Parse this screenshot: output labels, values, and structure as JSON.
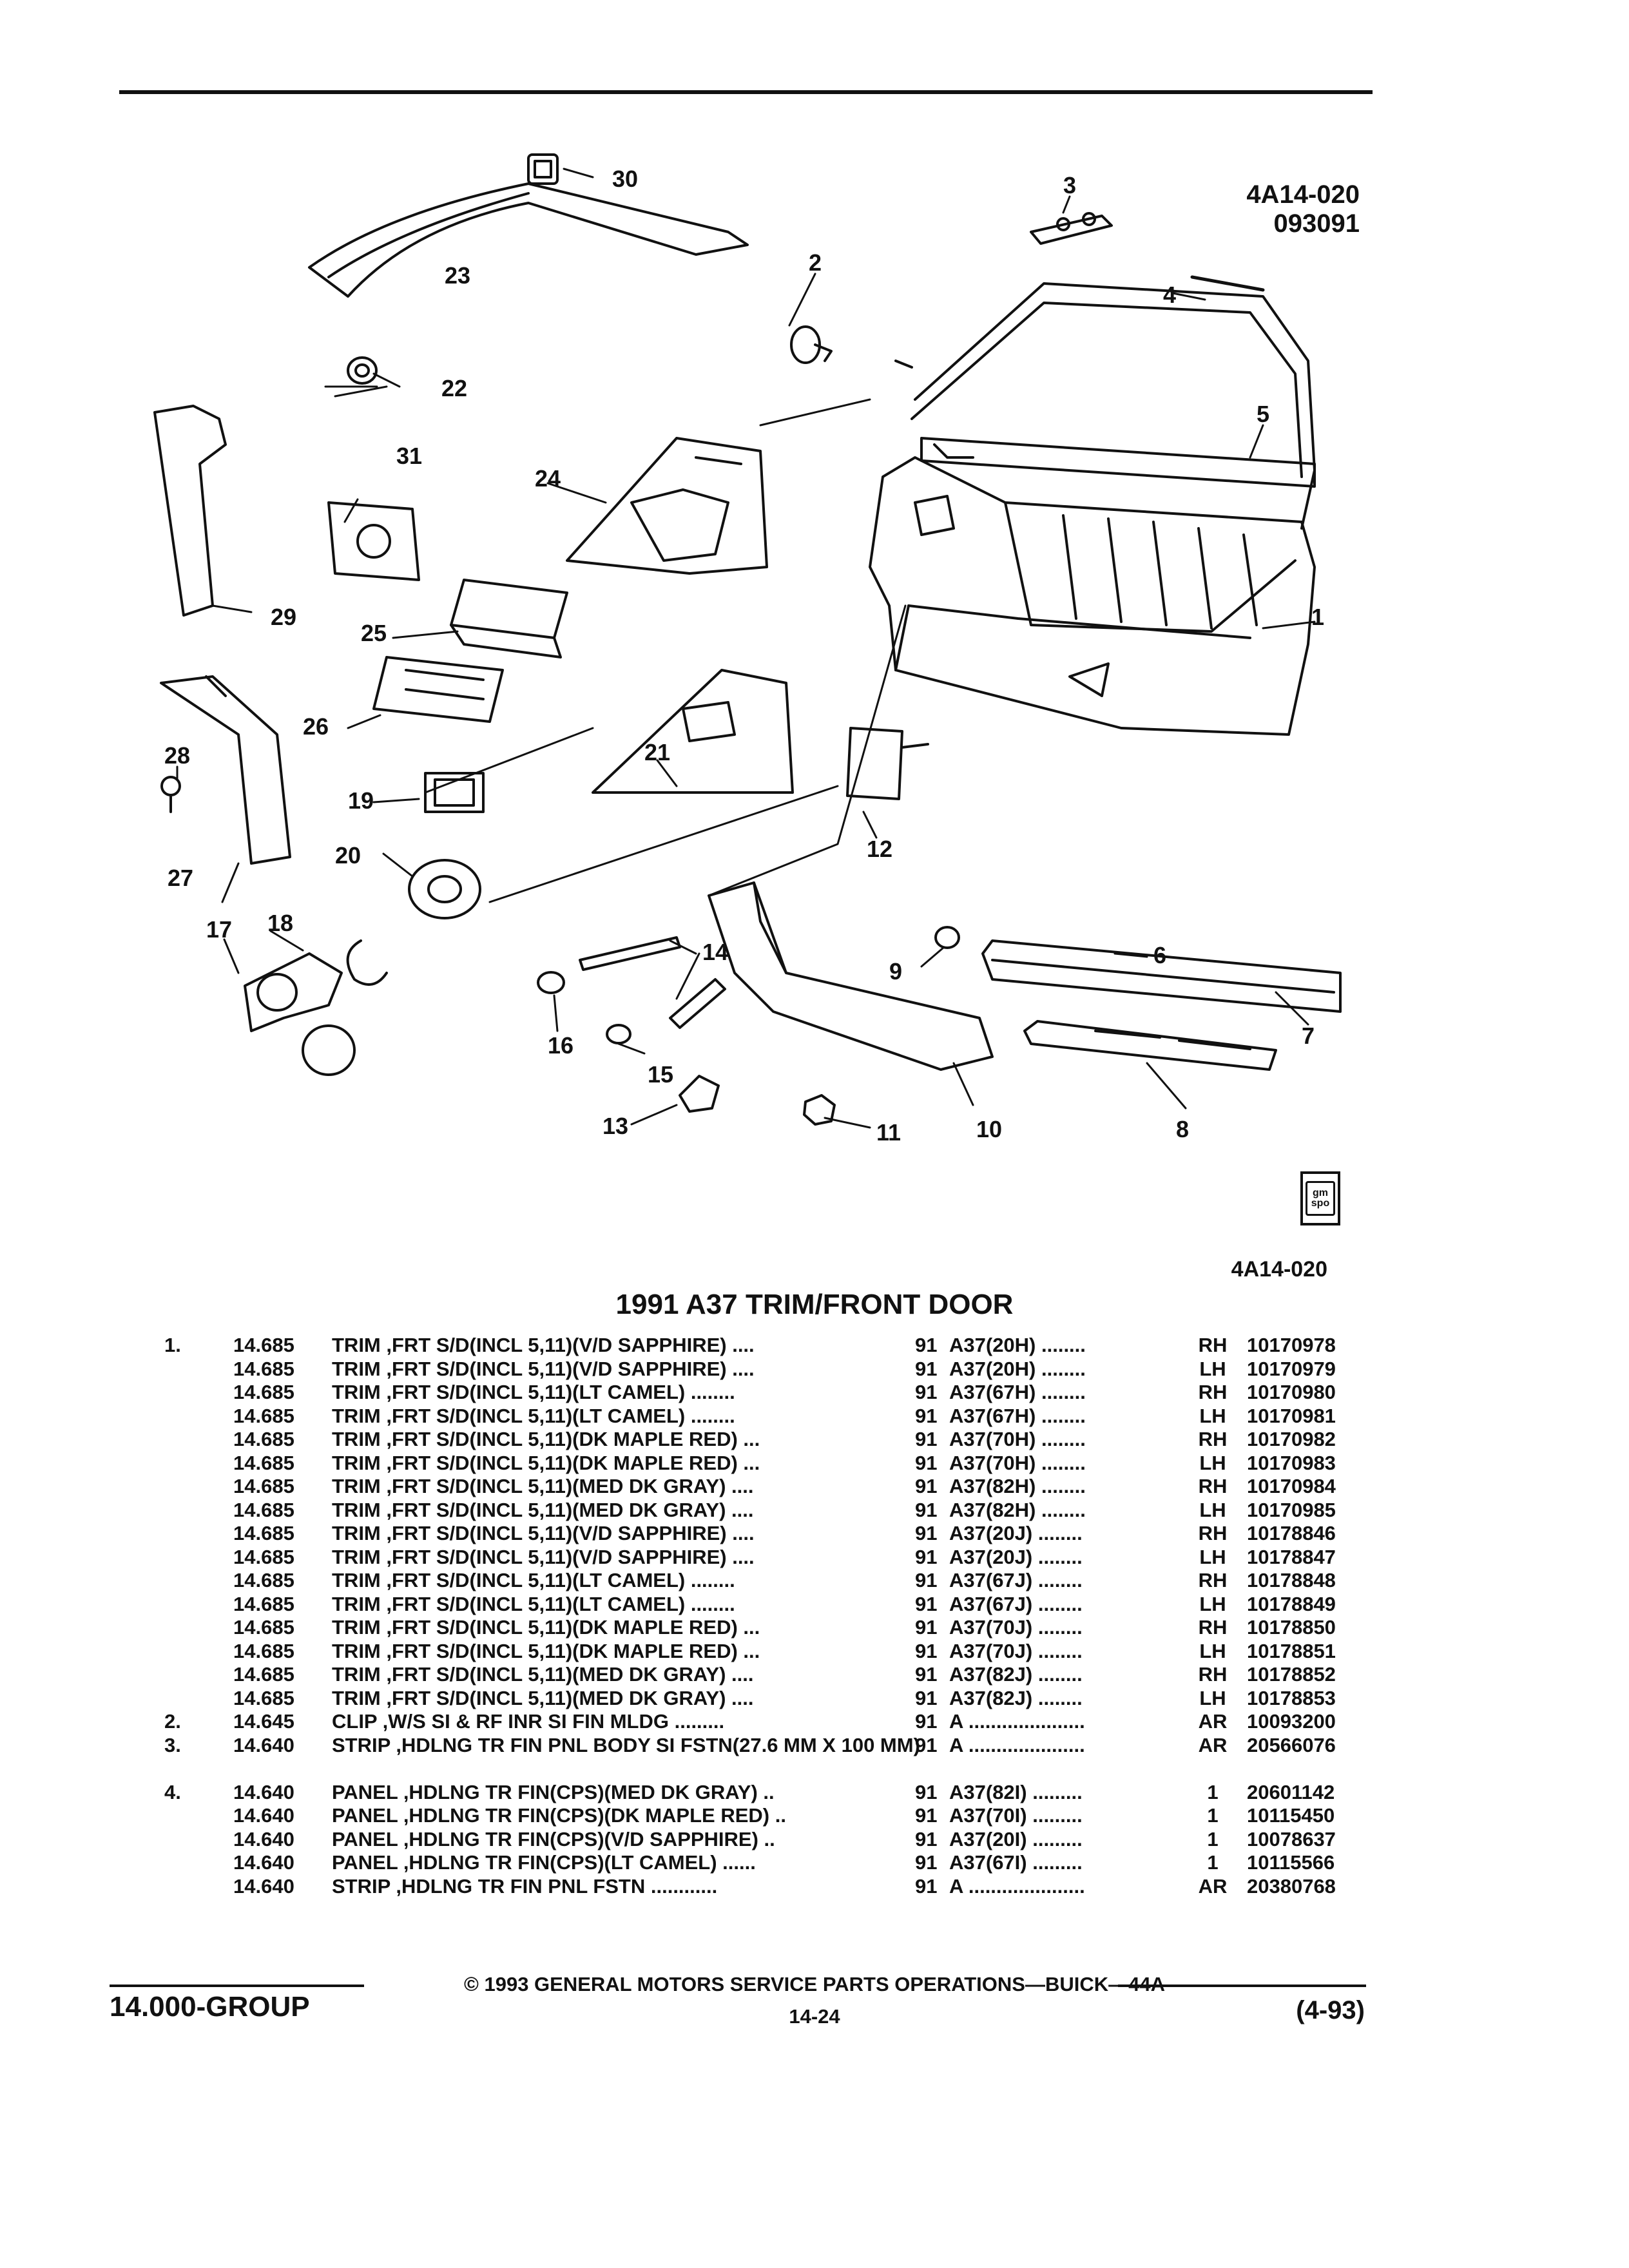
{
  "figure": {
    "code_top": "4A14-020",
    "date_code": "093091",
    "code_bottom": "4A14-020",
    "logo_text": "gm spo",
    "callouts": [
      "1",
      "2",
      "3",
      "4",
      "5",
      "6",
      "7",
      "8",
      "9",
      "10",
      "11",
      "12",
      "13",
      "14",
      "15",
      "16",
      "17",
      "18",
      "19",
      "20",
      "21",
      "22",
      "23",
      "24",
      "25",
      "26",
      "27",
      "28",
      "29",
      "30",
      "31"
    ]
  },
  "section_title": "1991 A37 TRIM/FRONT DOOR",
  "parts": [
    {
      "key": "1.",
      "group": "14.685",
      "desc": "TRIM ,FRT S/D(INCL 5,11)(V/D SAPPHIRE) ....",
      "year": "91",
      "model": "A37(20H) ........",
      "side": "RH",
      "part": "10170978"
    },
    {
      "key": "",
      "group": "14.685",
      "desc": "TRIM ,FRT S/D(INCL 5,11)(V/D SAPPHIRE) ....",
      "year": "91",
      "model": "A37(20H) ........",
      "side": "LH",
      "part": "10170979"
    },
    {
      "key": "",
      "group": "14.685",
      "desc": "TRIM ,FRT S/D(INCL 5,11)(LT CAMEL) ........",
      "year": "91",
      "model": "A37(67H) ........",
      "side": "RH",
      "part": "10170980"
    },
    {
      "key": "",
      "group": "14.685",
      "desc": "TRIM ,FRT S/D(INCL 5,11)(LT CAMEL) ........",
      "year": "91",
      "model": "A37(67H) ........",
      "side": "LH",
      "part": "10170981"
    },
    {
      "key": "",
      "group": "14.685",
      "desc": "TRIM ,FRT S/D(INCL 5,11)(DK MAPLE RED) ...",
      "year": "91",
      "model": "A37(70H) ........",
      "side": "RH",
      "part": "10170982"
    },
    {
      "key": "",
      "group": "14.685",
      "desc": "TRIM ,FRT S/D(INCL 5,11)(DK MAPLE RED) ...",
      "year": "91",
      "model": "A37(70H) ........",
      "side": "LH",
      "part": "10170983"
    },
    {
      "key": "",
      "group": "14.685",
      "desc": "TRIM ,FRT S/D(INCL 5,11)(MED DK GRAY) ....",
      "year": "91",
      "model": "A37(82H) ........",
      "side": "RH",
      "part": "10170984"
    },
    {
      "key": "",
      "group": "14.685",
      "desc": "TRIM ,FRT S/D(INCL 5,11)(MED DK GRAY) ....",
      "year": "91",
      "model": "A37(82H) ........",
      "side": "LH",
      "part": "10170985"
    },
    {
      "key": "",
      "group": "14.685",
      "desc": "TRIM ,FRT S/D(INCL 5,11)(V/D SAPPHIRE) ....",
      "year": "91",
      "model": "A37(20J) ........",
      "side": "RH",
      "part": "10178846"
    },
    {
      "key": "",
      "group": "14.685",
      "desc": "TRIM ,FRT S/D(INCL 5,11)(V/D SAPPHIRE) ....",
      "year": "91",
      "model": "A37(20J) ........",
      "side": "LH",
      "part": "10178847"
    },
    {
      "key": "",
      "group": "14.685",
      "desc": "TRIM ,FRT S/D(INCL 5,11)(LT CAMEL) ........",
      "year": "91",
      "model": "A37(67J) ........",
      "side": "RH",
      "part": "10178848"
    },
    {
      "key": "",
      "group": "14.685",
      "desc": "TRIM ,FRT S/D(INCL 5,11)(LT CAMEL) ........",
      "year": "91",
      "model": "A37(67J) ........",
      "side": "LH",
      "part": "10178849"
    },
    {
      "key": "",
      "group": "14.685",
      "desc": "TRIM ,FRT S/D(INCL 5,11)(DK MAPLE RED) ...",
      "year": "91",
      "model": "A37(70J) ........",
      "side": "RH",
      "part": "10178850"
    },
    {
      "key": "",
      "group": "14.685",
      "desc": "TRIM ,FRT S/D(INCL 5,11)(DK MAPLE RED) ...",
      "year": "91",
      "model": "A37(70J) ........",
      "side": "LH",
      "part": "10178851"
    },
    {
      "key": "",
      "group": "14.685",
      "desc": "TRIM ,FRT S/D(INCL 5,11)(MED DK GRAY) ....",
      "year": "91",
      "model": "A37(82J) ........",
      "side": "RH",
      "part": "10178852"
    },
    {
      "key": "",
      "group": "14.685",
      "desc": "TRIM ,FRT S/D(INCL 5,11)(MED DK GRAY) ....",
      "year": "91",
      "model": "A37(82J) ........",
      "side": "LH",
      "part": "10178853"
    },
    {
      "key": "2.",
      "group": "14.645",
      "desc": "CLIP ,W/S SI & RF INR SI FIN MLDG .........",
      "year": "91",
      "model": "A .....................",
      "side": "AR",
      "part": "10093200"
    },
    {
      "key": "3.",
      "group": "14.640",
      "desc": "STRIP ,HDLNG TR FIN PNL BODY SI FSTN(27.6 MM X 100 MM)",
      "year": "91",
      "model": "A .....................",
      "side": "AR",
      "part": "20566076"
    },
    {
      "key": "4.",
      "group": "14.640",
      "desc": "PANEL ,HDLNG TR FIN(CPS)(MED DK GRAY) ..",
      "year": "91",
      "model": "A37(82I) .........",
      "side": "1",
      "part": "20601142"
    },
    {
      "key": "",
      "group": "14.640",
      "desc": "PANEL ,HDLNG TR FIN(CPS)(DK MAPLE RED) ..",
      "year": "91",
      "model": "A37(70I) .........",
      "side": "1",
      "part": "10115450"
    },
    {
      "key": "",
      "group": "14.640",
      "desc": "PANEL ,HDLNG TR FIN(CPS)(V/D SAPPHIRE) ..",
      "year": "91",
      "model": "A37(20I) .........",
      "side": "1",
      "part": "10078637"
    },
    {
      "key": "",
      "group": "14.640",
      "desc": "PANEL ,HDLNG TR FIN(CPS)(LT CAMEL) ......",
      "year": "91",
      "model": "A37(67I) .........",
      "side": "1",
      "part": "10115566"
    },
    {
      "key": "",
      "group": "14.640",
      "desc": "STRIP ,HDLNG TR FIN PNL FSTN ............",
      "year": "91",
      "model": "A .....................",
      "side": "AR",
      "part": "20380768"
    }
  ],
  "footer": {
    "copyright": "© 1993 GENERAL MOTORS SERVICE PARTS OPERATIONS—BUICK—44A",
    "page_number": "14-24",
    "group": "14.000-GROUP",
    "date": "(4-93)"
  }
}
